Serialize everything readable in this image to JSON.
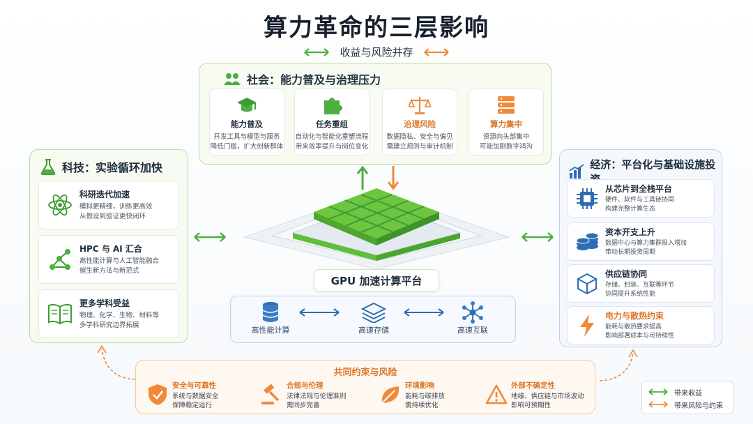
{
  "title": "算力革命的三层影响",
  "subtitle": "收益与风险并存",
  "colors": {
    "green": "#4caf3f",
    "orange": "#f08a3a",
    "blue": "#2d6db5"
  },
  "society": {
    "title": "社会：能力普及与治理压力",
    "icon": "people-icon",
    "cards": [
      {
        "icon": "graduation-cap-icon",
        "title": "能力普及",
        "line1": "开发工具与模型与服务",
        "line2": "降低门槛，扩大创新群体"
      },
      {
        "icon": "puzzle-icon",
        "title": "任务重组",
        "line1": "自动化与智能化重塑流程",
        "line2": "带来效率提升与岗位变化"
      },
      {
        "icon": "scales-icon",
        "title": "治理风险",
        "line1": "数据隐私、安全与偏见",
        "line2": "需建立规则与审计机制"
      },
      {
        "icon": "server-stack-icon",
        "title": "算力集中",
        "line1": "资源向头部集中",
        "line2": "可能加剧数字鸿沟"
      }
    ]
  },
  "tech": {
    "title": "科技：实验循环加快",
    "icon": "flask-icon",
    "cards": [
      {
        "icon": "atom-icon",
        "title": "科研迭代加速",
        "line1": "模拟更精细，训练更高效",
        "line2": "从假设到验证更快闭环"
      },
      {
        "icon": "network-icon",
        "title": "HPC 与 AI 汇合",
        "line1": "高性能计算与人工智能融合",
        "line2": "催生新方法与新范式"
      },
      {
        "icon": "book-icon",
        "title": "更多学科受益",
        "line1": "物理、化学、生物、材料等",
        "line2": "多学科研究边界拓展"
      }
    ]
  },
  "economy": {
    "title": "经济：平台化与基础设施投资",
    "icon": "bar-chart-icon",
    "cards": [
      {
        "icon": "chip-icon",
        "title": "从芯片到全栈平台",
        "line1": "硬件、软件与工具链协同",
        "line2": "构建完整计算生态"
      },
      {
        "icon": "coins-icon",
        "title": "资本开支上升",
        "line1": "数据中心与算力集群投入增加",
        "line2": "带动长期投资周期"
      },
      {
        "icon": "box-icon",
        "title": "供应链协同",
        "line1": "存储、封装、互联等环节",
        "line2": "协同提升系统性能"
      },
      {
        "icon": "lightning-icon",
        "title": "电力与散热约束",
        "line1": "能耗与散热要求提高",
        "line2": "影响部署成本与可持续性"
      }
    ]
  },
  "platform": {
    "label": "GPU 加速计算平台",
    "items": [
      {
        "icon": "database-icon",
        "label": "高性能计算"
      },
      {
        "icon": "layers-icon",
        "label": "高速存储"
      },
      {
        "icon": "hub-icon",
        "label": "高速互联"
      }
    ]
  },
  "constraints": {
    "title": "共同约束与风险",
    "items": [
      {
        "icon": "shield-icon",
        "title": "安全与可靠性",
        "line1": "系统与数据安全",
        "line2": "保障稳定运行"
      },
      {
        "icon": "gavel-icon",
        "title": "合规与伦理",
        "line1": "法律法规与伦理准则",
        "line2": "需同步完善"
      },
      {
        "icon": "leaf-icon",
        "title": "环境影响",
        "line1": "能耗与碳排放",
        "line2": "需持续优化"
      },
      {
        "icon": "warning-icon",
        "title": "外部不确定性",
        "line1": "地缘、供应链与市场波动",
        "line2": "影响可预期性"
      }
    ]
  },
  "legend": {
    "benefit": "带来收益",
    "risk": "带来风险与约束"
  }
}
